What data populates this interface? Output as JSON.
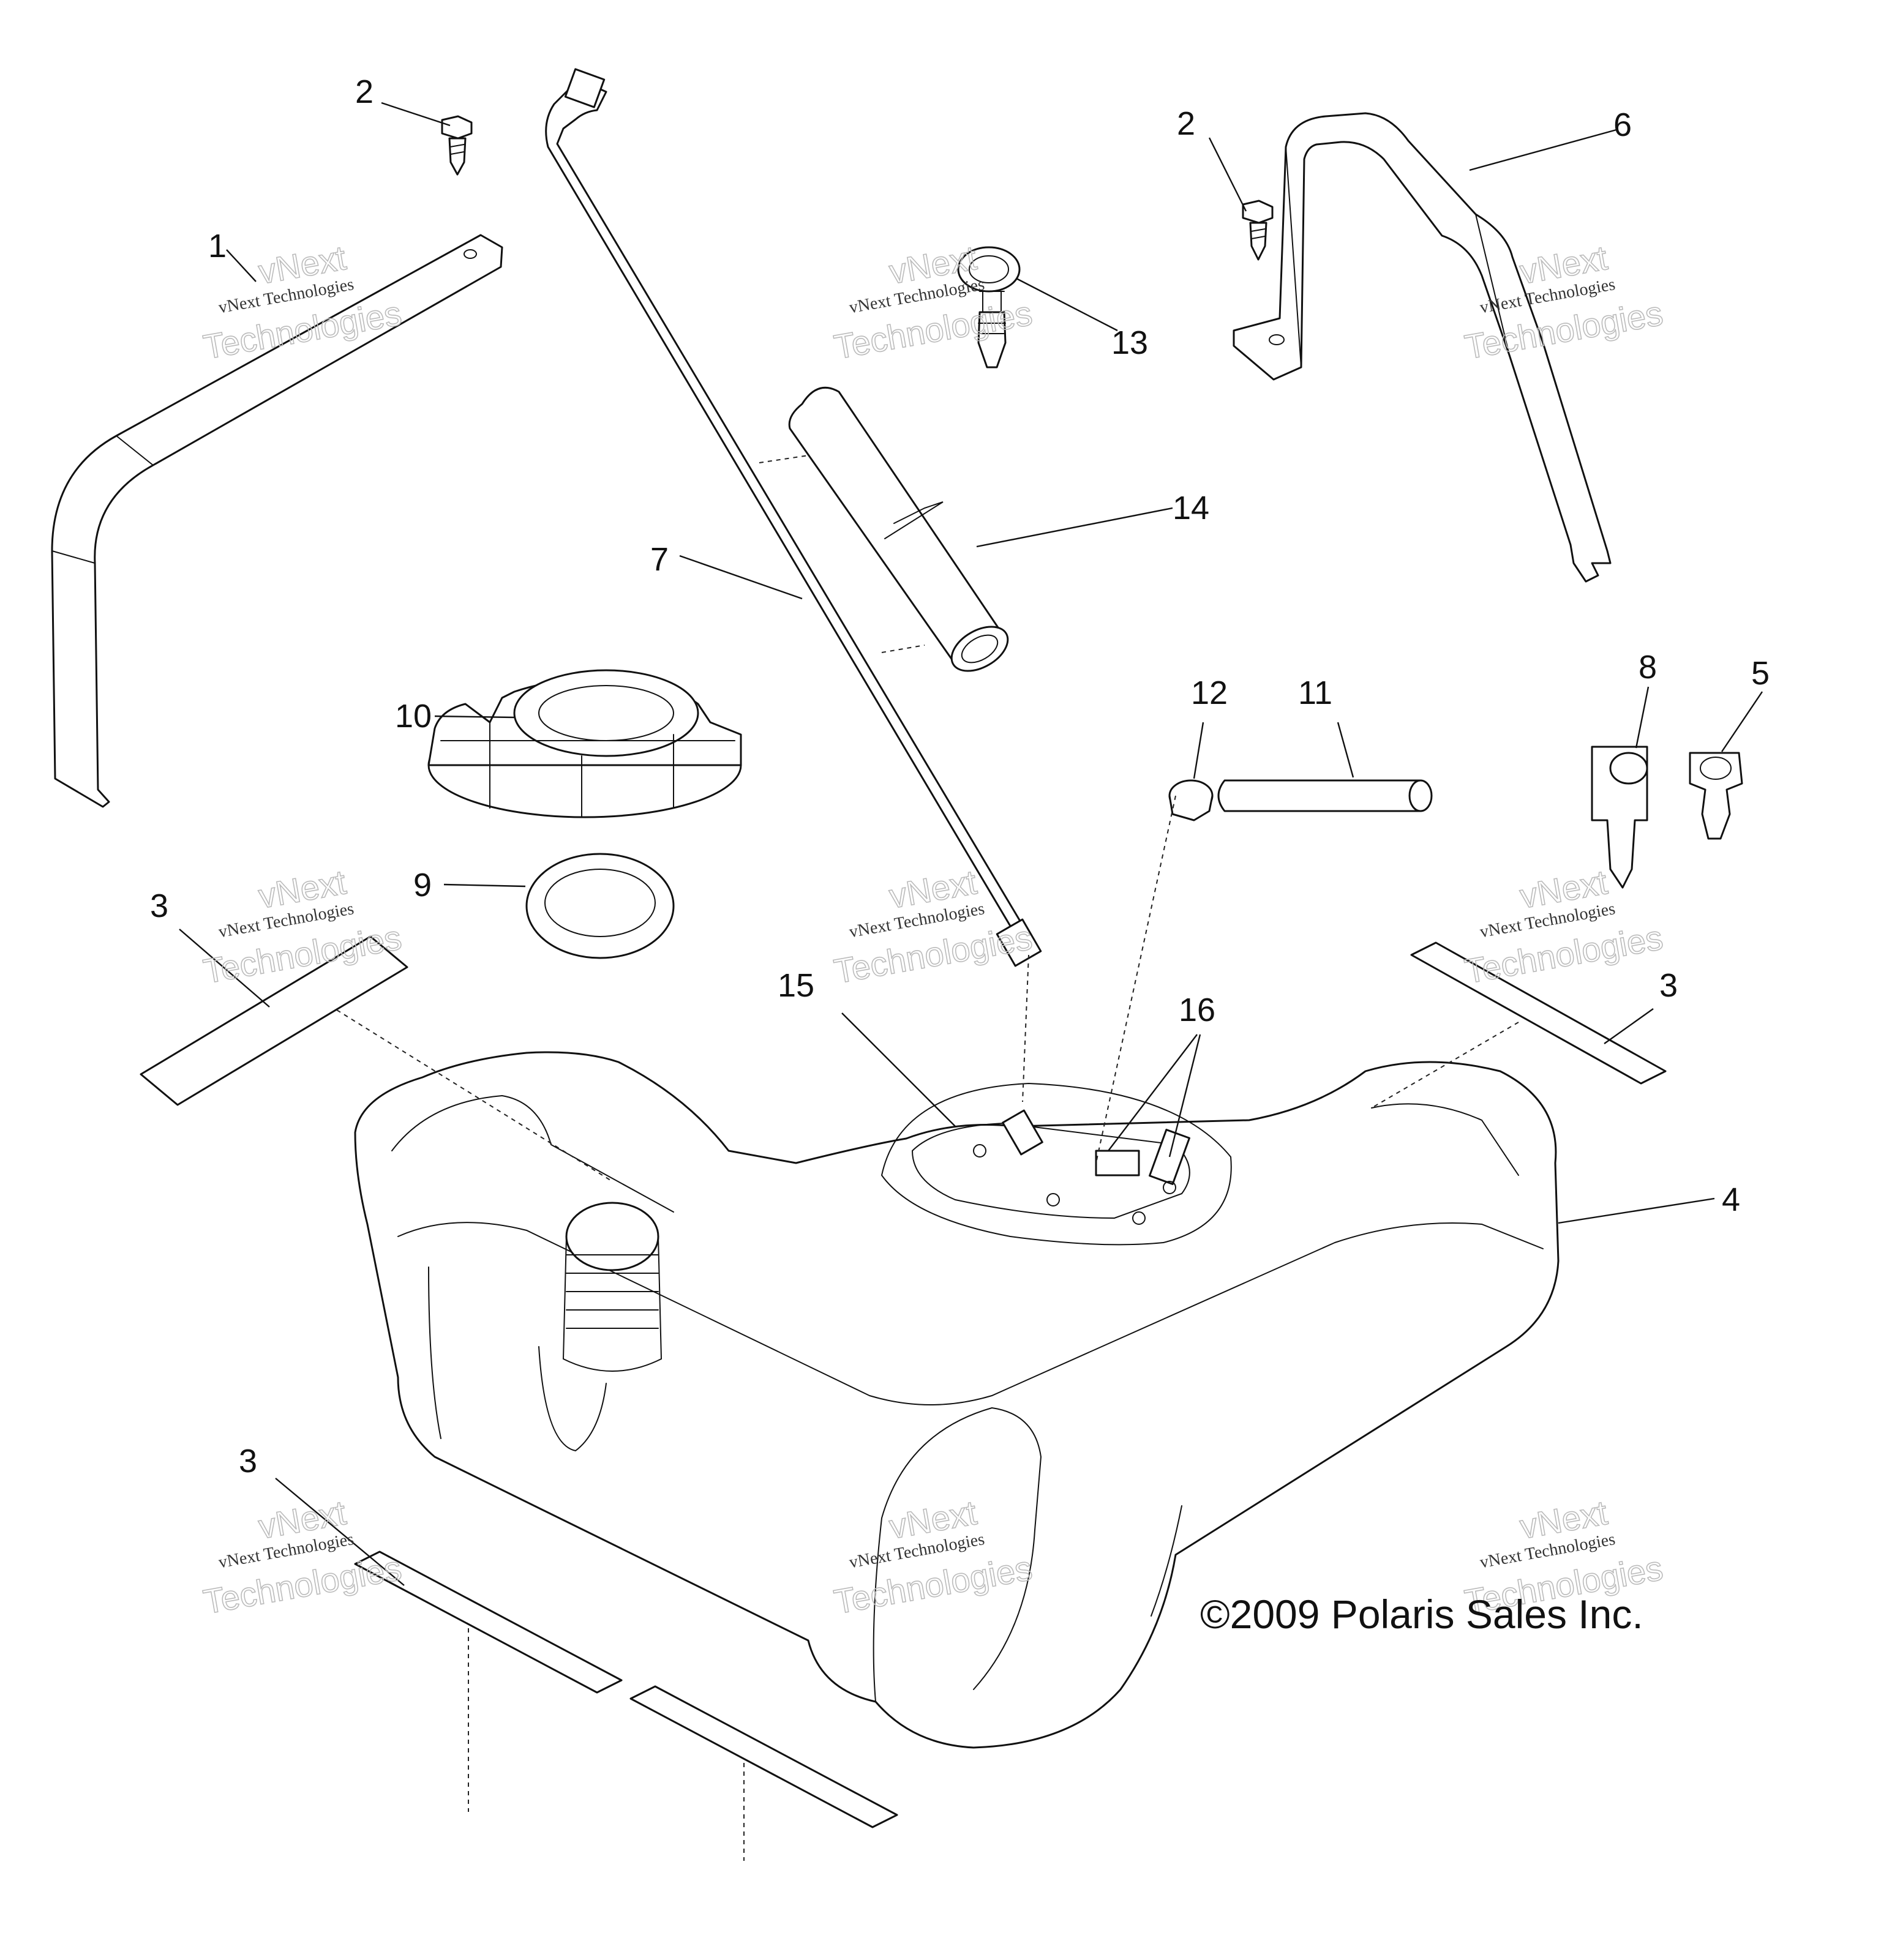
{
  "callouts": [
    {
      "id": "1",
      "text": "1"
    },
    {
      "id": "2a",
      "text": "2"
    },
    {
      "id": "2b",
      "text": "2"
    },
    {
      "id": "3a",
      "text": "3"
    },
    {
      "id": "3b",
      "text": "3"
    },
    {
      "id": "3c",
      "text": "3"
    },
    {
      "id": "4",
      "text": "4"
    },
    {
      "id": "5",
      "text": "5"
    },
    {
      "id": "6",
      "text": "6"
    },
    {
      "id": "7",
      "text": "7"
    },
    {
      "id": "8",
      "text": "8"
    },
    {
      "id": "9",
      "text": "9"
    },
    {
      "id": "10",
      "text": "10"
    },
    {
      "id": "11",
      "text": "11"
    },
    {
      "id": "12",
      "text": "12"
    },
    {
      "id": "13",
      "text": "13"
    },
    {
      "id": "14",
      "text": "14"
    },
    {
      "id": "15",
      "text": "15"
    },
    {
      "id": "16",
      "text": "16"
    }
  ],
  "watermark": {
    "line1": "vNext Technologies",
    "line2": "vNext",
    "line3": "Technologies"
  },
  "copyright": "©2009 Polaris Sales Inc."
}
